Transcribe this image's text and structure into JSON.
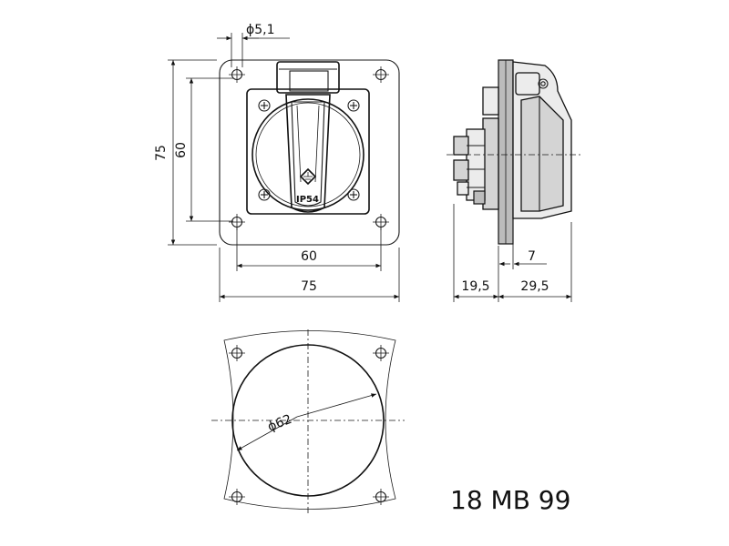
{
  "front_view": {
    "hole_diameter": "ϕ5,1",
    "height_outer": "75",
    "height_inner": "60",
    "width_inner": "60",
    "width_outer": "75",
    "rating_label": "IP54"
  },
  "side_view": {
    "depth_front": "7",
    "depth_behind": "19,5",
    "depth_total": "29,5"
  },
  "cutout_view": {
    "cutout_diameter": "ϕ62"
  },
  "product_code": "18 MB 99"
}
